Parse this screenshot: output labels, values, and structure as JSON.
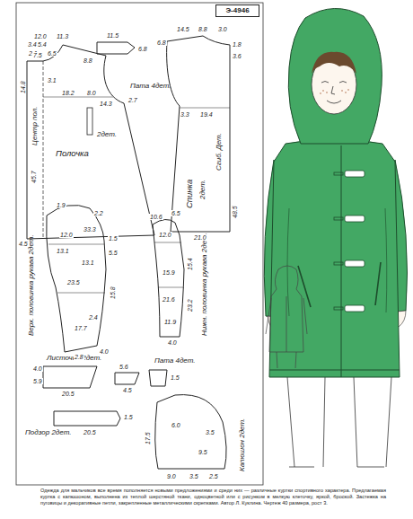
{
  "diagram": {
    "caption": "Одежда для мальчиков все время пополняется новыми предложениями и среди них — различные куртки спортивного характера. Предлагаемая куртка с капюшоном, выполнена из теплой шерстяной ткани, одноцветной или с рисунком в мелкую клеточку, яркой, броской. Застежка на пуговицы и декоративные петли, закрепленные металлическими скрепками. Автор Л. Куклина. Чертеж 40 размера, рост 3.",
    "nodes": [
      {
        "text": [
          "Э-4946"
        ]
      },
      {
        "text": [
          "Центр пол.",
          "2дет.",
          "Полочка"
        ]
      },
      {
        "text": [
          "Пата 4дет."
        ]
      },
      {
        "text": [
          "Спинка",
          "2дет.",
          "Сгиб. Дет."
        ]
      },
      {
        "text": [
          "Верх. половинка рукава 2дет."
        ]
      },
      {
        "text": [
          "Нижн. половинка рукава 2дет."
        ]
      },
      {
        "text": [
          "Листочка 2дет."
        ]
      },
      {
        "text": [
          "Подзор 2дет."
        ]
      },
      {
        "text": [
          "Пата 4дет."
        ]
      },
      {
        "text": [
          "Капюшон 2дет."
        ]
      }
    ],
    "labels": [
      "12.0",
      "11.3",
      "3.4",
      "5.4",
      "2.1",
      "6.5",
      "7.5",
      "14.8",
      "3.1",
      "18.2",
      "8.0",
      "14.3",
      "8.8",
      "2.7",
      "45.7",
      "33.3",
      "4.5",
      "11.5",
      "6.8",
      "14.5",
      "8.8",
      "3.0",
      "6.8",
      "1.8",
      "3.6",
      "3.3",
      "19.4",
      "48.5",
      "21.0",
      "1.9",
      "2.2",
      "12.0",
      "13.1",
      "13.1",
      "1.5",
      "5.5",
      "23.5",
      "15.8",
      "2.4",
      "17.7",
      "2.8",
      "4.0",
      "10.6",
      "6.5",
      "12.0",
      "15.4",
      "15.9",
      "23.2",
      "21.6",
      "11.9",
      "4.0",
      "4.0",
      "5.9",
      "20.5",
      "5.6",
      "4.5",
      "20.5",
      "1.5",
      "17.5",
      "6.0",
      "9.5",
      "3.5",
      "9.0",
      "3.5",
      "2.5",
      "1.5"
    ]
  }
}
